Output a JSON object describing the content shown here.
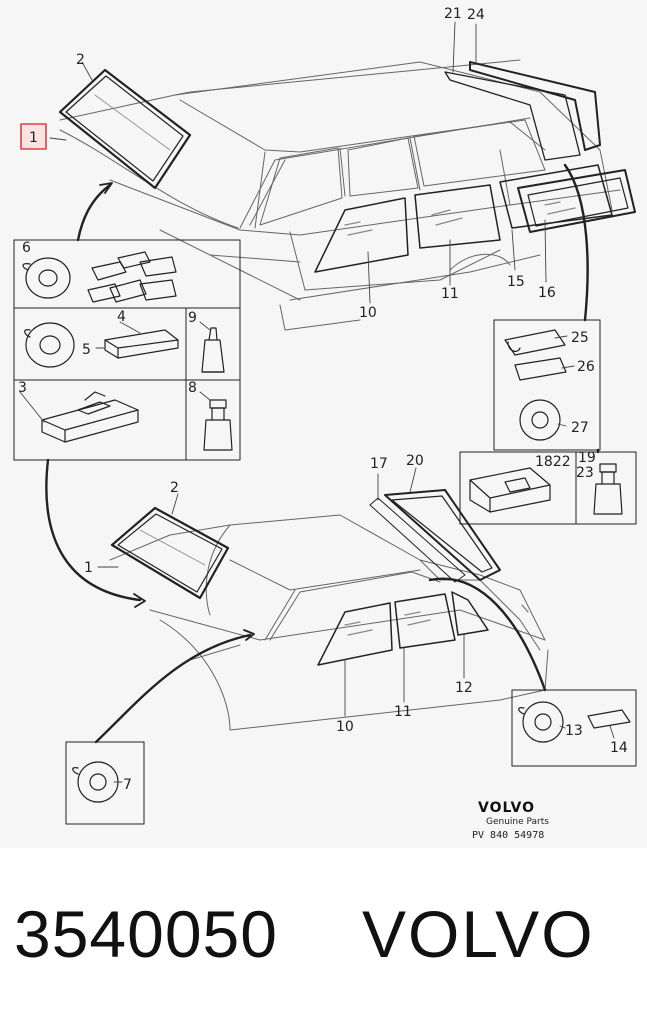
{
  "callouts": {
    "c1": "1",
    "c2": "2",
    "c3": "3",
    "c4": "4",
    "c5": "5",
    "c6": "6",
    "c7": "7",
    "c8": "8",
    "c9": "9",
    "c10": "10",
    "c11": "11",
    "c12": "12",
    "c13": "13",
    "c14": "14",
    "c15": "15",
    "c16": "16",
    "c17": "17",
    "c1822": "1822",
    "c19": "19",
    "c20": "20",
    "c21": "21",
    "c23": "23",
    "c24": "24",
    "c25": "25",
    "c26": "26",
    "c27": "27"
  },
  "highlighted_callout": "1",
  "logo": {
    "brand": "VOLVO",
    "subtitle": "Genuine Parts",
    "code": "PV 840 54978"
  },
  "footer": {
    "part_number": "3540050",
    "brand": "VOLVO"
  },
  "colors": {
    "highlight": "#e04040",
    "line": "#222222",
    "background": "#f6f6f6"
  }
}
